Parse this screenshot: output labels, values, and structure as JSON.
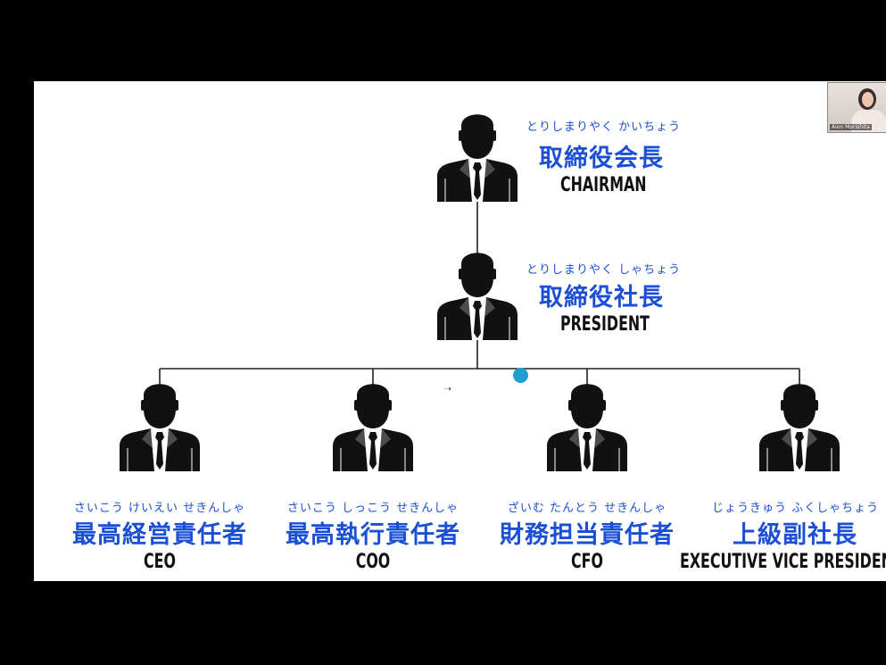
{
  "org_chart": {
    "top": [
      {
        "furigana": "とりしまりやく かいちょう",
        "kanji": "取締役会長",
        "english": "CHAIRMAN"
      },
      {
        "furigana": "とりしまりやく しゃちょう",
        "kanji": "取締役社長",
        "english": "PRESIDENT"
      }
    ],
    "bottom": [
      {
        "furigana": "さいこう けいえい せきんしゃ",
        "kanji": "最高経営責任者",
        "english": "CEO"
      },
      {
        "furigana": "さいこう しっこう せきんしゃ",
        "kanji": "最高執行責任者",
        "english": "COO"
      },
      {
        "furigana": "ざいむ たんとう せきんしゃ",
        "kanji": "財務担当責任者",
        "english": "CFO"
      },
      {
        "furigana": "じょうきゅう ふくしゃちょう",
        "kanji": "上級副社長",
        "english": "EXECUTIVE VICE PRESIDENT"
      }
    ]
  },
  "webcam": {
    "name": "Aion Morishita"
  },
  "colors": {
    "kanji": "#1a4fd6",
    "pointer": "#1e9ed1",
    "icon": "#111111"
  }
}
